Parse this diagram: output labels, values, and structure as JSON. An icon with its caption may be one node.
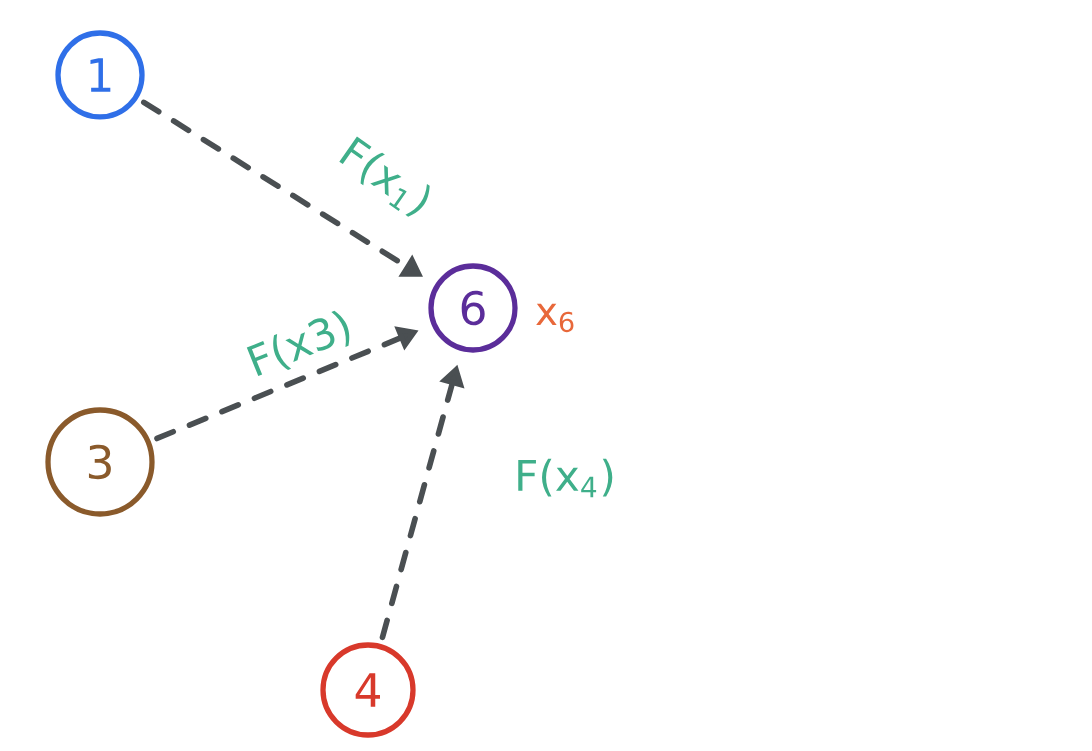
{
  "diagram": {
    "nodes": [
      {
        "text": [
          "1"
        ]
      },
      {
        "text": [
          "6"
        ],
        "beside": [
          "x$_{6}$"
        ]
      },
      {
        "text": [
          "3"
        ]
      },
      {
        "text": [
          "4"
        ]
      }
    ],
    "edges": [
      {
        "from": 0,
        "to": 1,
        "arrow": "to",
        "style": "dashed",
        "label": "F(x$_{1}$)"
      },
      {
        "from": 2,
        "to": 1,
        "arrow": "to",
        "style": "dashed",
        "label": "F(x3)"
      },
      {
        "from": 3,
        "to": 1,
        "arrow": "to",
        "style": "dashed",
        "label": "F(x$_{4}$)"
      }
    ]
  }
}
